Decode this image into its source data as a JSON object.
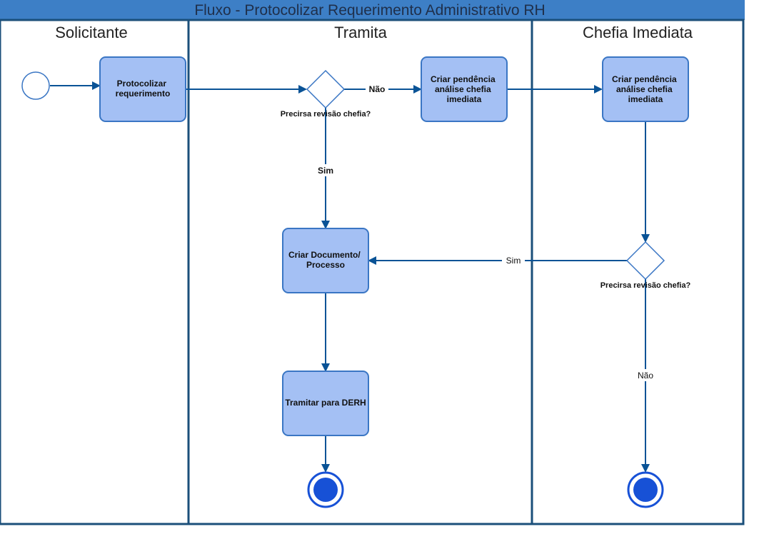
{
  "title": "Fluxo - Protocolizar Requerimento Administrativo RH",
  "lanes": [
    {
      "id": "solicitante",
      "label": "Solicitante"
    },
    {
      "id": "tramita",
      "label": "Tramita"
    },
    {
      "id": "chefia",
      "label": "Chefia Imediata"
    }
  ],
  "tasks": {
    "protocolizar": [
      "Protocolizar",
      "requerimento"
    ],
    "pendencia_tramita": [
      "Criar pendência",
      "análise chefia",
      "imediata"
    ],
    "pendencia_chefia": [
      "Criar pendência",
      "análise chefia",
      "imediata"
    ],
    "documento": [
      "Criar Documento/",
      "Processo"
    ],
    "tramitar": [
      "Tramitar para DERH"
    ]
  },
  "gateways": {
    "gw_tramita": "Precirsa revisão chefia?",
    "gw_chefia": "Precirsa revisão chefia?"
  },
  "edge_labels": {
    "nao_tramita": "Não",
    "sim_tramita": "Sim",
    "sim_chefia": "Sim",
    "nao_chefia": "Não"
  },
  "colors": {
    "header_bg": "#3d7fc6",
    "lane_border": "#1b4f7a",
    "task_fill": "#a4c0f4",
    "task_stroke": "#3a76c4",
    "edge": "#0a5396",
    "end_fill": "#1751d6"
  }
}
